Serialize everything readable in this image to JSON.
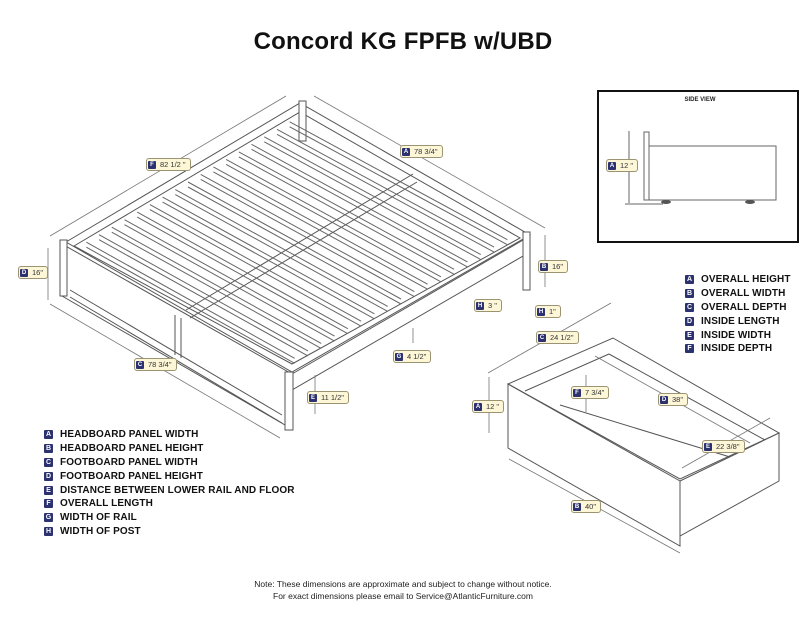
{
  "title": "Concord KG FPFB w/UBD",
  "side_view": {
    "title": "SIDE VIEW",
    "dimension": {
      "key": "A",
      "value": "12 \""
    }
  },
  "bed_dimensions": [
    {
      "key": "F",
      "value": "82 1/2 \""
    },
    {
      "key": "A",
      "value": "78 3/4\""
    },
    {
      "key": "D",
      "value": "16\""
    },
    {
      "key": "B",
      "value": "16\""
    },
    {
      "key": "H",
      "value": "3 \""
    },
    {
      "key": "H",
      "value": "1\""
    },
    {
      "key": "C",
      "value": "78 3/4\""
    },
    {
      "key": "G",
      "value": "4 1/2\""
    },
    {
      "key": "E",
      "value": "11 1/2\""
    }
  ],
  "drawer_dimensions": [
    {
      "key": "C",
      "value": "24 1/2\""
    },
    {
      "key": "F",
      "value": "7 3/4\""
    },
    {
      "key": "D",
      "value": "38\""
    },
    {
      "key": "A",
      "value": "12 \""
    },
    {
      "key": "E",
      "value": "22 3/8\""
    },
    {
      "key": "B",
      "value": "40\""
    }
  ],
  "bed_legend": [
    {
      "key": "A",
      "label": "HEADBOARD PANEL WIDTH"
    },
    {
      "key": "B",
      "label": "HEADBOARD PANEL HEIGHT"
    },
    {
      "key": "C",
      "label": "FOOTBOARD PANEL WIDTH"
    },
    {
      "key": "D",
      "label": "FOOTBOARD PANEL HEIGHT"
    },
    {
      "key": "E",
      "label": "DISTANCE BETWEEN LOWER RAIL AND FLOOR"
    },
    {
      "key": "F",
      "label": "OVERALL LENGTH"
    },
    {
      "key": "G",
      "label": "WIDTH OF RAIL"
    },
    {
      "key": "H",
      "label": "WIDTH OF POST"
    }
  ],
  "drawer_legend": [
    {
      "key": "A",
      "label": "OVERALL HEIGHT"
    },
    {
      "key": "B",
      "label": "OVERALL WIDTH"
    },
    {
      "key": "C",
      "label": "OVERALL DEPTH"
    },
    {
      "key": "D",
      "label": "INSIDE LENGTH"
    },
    {
      "key": "E",
      "label": "INSIDE WIDTH"
    },
    {
      "key": "F",
      "label": "INSIDE DEPTH"
    }
  ],
  "note": {
    "line1": "Note:  These dimensions are approximate and subject to change without notice.",
    "line2": "For exact dimensions please email to Service@AtlanticFurniture.com"
  },
  "colors": {
    "key_badge": "#2c3170",
    "dim_label_bg": "#fdf7d8",
    "line": "#555555"
  }
}
